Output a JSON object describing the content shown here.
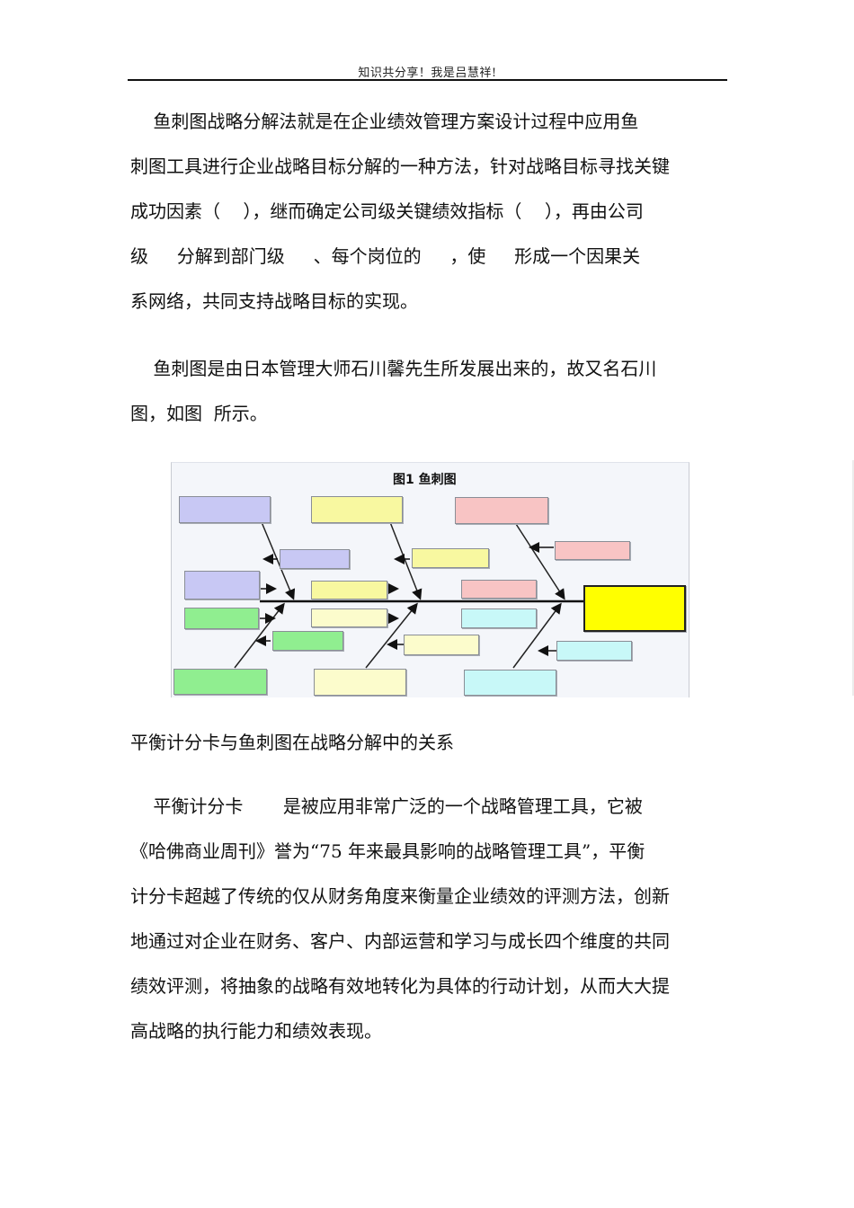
{
  "header": {
    "text": "知识共分享！我是吕慧祥!"
  },
  "paragraphs": [
    {
      "lines": [
        "    鱼刺图战略分解法就是在企业绩效管理方案设计过程中应用鱼",
        "刺图工具进行企业战略目标分解的一种方法，针对战略目标寻找关键",
        "成功因素（    ），继而确定公司级关键绩效指标（    ），再由公司",
        "级     分解到部门级     、每个岗位的     ，使     形成一个因果关",
        "系网络，共同支持战略目标的实现。"
      ]
    },
    {
      "lines": [
        "    鱼刺图是由日本管理大师石川馨先生所发展出来的，故又名石川",
        "图，如图  所示。"
      ]
    }
  ],
  "figure": {
    "title": "图1  鱼刺图",
    "type": "fishbone-diagram",
    "colors": {
      "purple": "#c8c8f4",
      "yellow": "#f8f8a0",
      "light_yellow": "#fcfccc",
      "pink": "#f8c4c4",
      "green": "#90ee90",
      "cyan": "#c8f8f8",
      "head": "#ffff00",
      "spine": "#111111"
    },
    "head_label": "",
    "bones": [
      {
        "position": "top-1",
        "color": "purple",
        "boxes": 3
      },
      {
        "position": "top-2",
        "color": "yellow",
        "boxes": 3
      },
      {
        "position": "top-3",
        "color": "pink",
        "boxes": 3
      },
      {
        "position": "bottom-1",
        "color": "green",
        "boxes": 3
      },
      {
        "position": "bottom-2",
        "color": "light_yellow",
        "boxes": 3
      },
      {
        "position": "bottom-3",
        "color": "cyan",
        "boxes": 3
      }
    ]
  },
  "section_heading": "平衡计分卡与鱼刺图在战略分解中的关系",
  "paragraph3": {
    "lines": [
      "    平衡计分卡       是被应用非常广泛的一个战略管理工具，它被",
      "《哈佛商业周刊》誉为“75 年来最具影响的战略管理工具”，平衡",
      "计分卡超越了传统的仅从财务角度来衡量企业绩效的评测方法，创新",
      "地通过对企业在财务、客户、内部运营和学习与成长四个维度的共同",
      "绩效评测，将抽象的战略有效地转化为具体的行动计划，从而大大提",
      "高战略的执行能力和绩效表现。"
    ]
  }
}
